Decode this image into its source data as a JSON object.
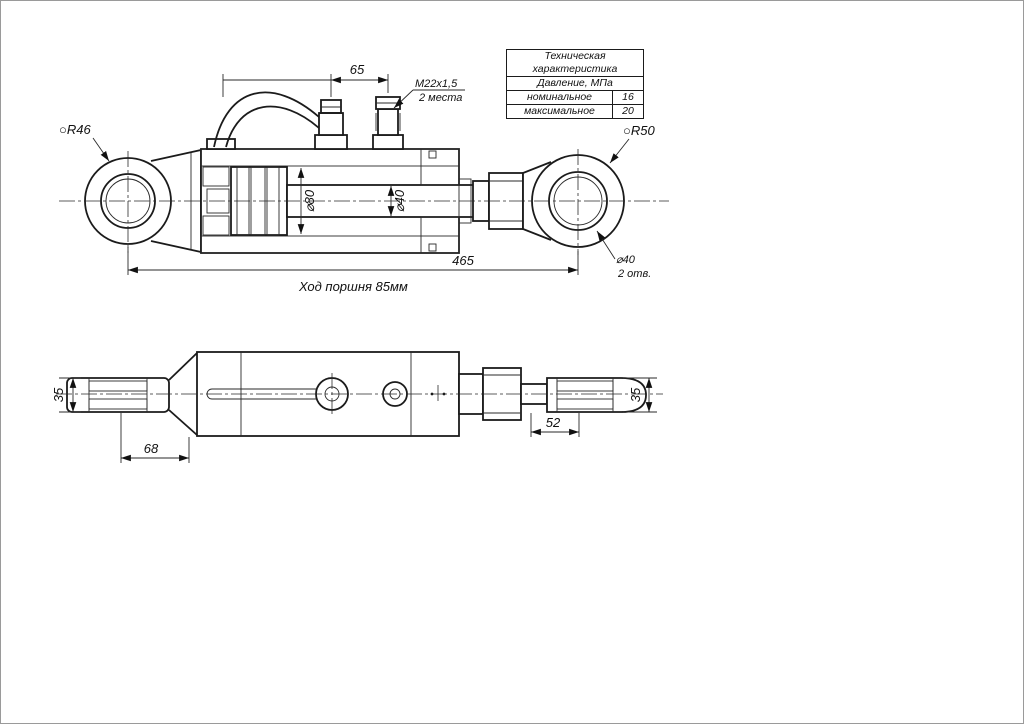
{
  "spec_table": {
    "title": "Техническая характеристика",
    "row_pressure": "Давление, МПа",
    "nominal_label": "номинальное",
    "nominal_value": "16",
    "max_label": "максимальное",
    "max_value": "20"
  },
  "side_view": {
    "dim_65": "65",
    "thread_label": "M22x1,5",
    "thread_places": "2 места",
    "radius_left": "○R46",
    "radius_right": "○R50",
    "bore_dia": "⌀80",
    "rod_dia": "⌀40",
    "dim_465": "465",
    "stroke_label": "Ход поршня 85мм",
    "eye_hole_dia": "⌀40",
    "eye_hole_qty": "2 отв."
  },
  "top_view": {
    "dim_35_left": "35",
    "dim_35_right": "35",
    "dim_68": "68",
    "dim_52": "52"
  }
}
